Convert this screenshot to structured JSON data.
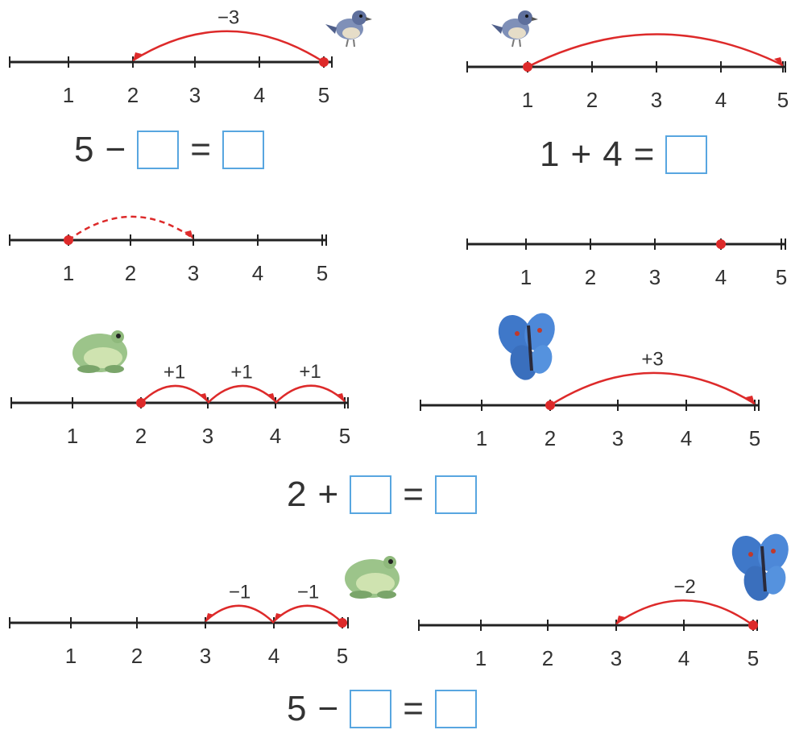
{
  "ticks": [
    "1",
    "2",
    "3",
    "4",
    "5"
  ],
  "colors": {
    "line": "#222222",
    "arc": "#dd2a2a",
    "box": "#58a6e0",
    "text": "#333333"
  },
  "exercises": [
    {
      "id": "ex1",
      "animal": "bird-icon",
      "start": 5,
      "jumps": [
        {
          "from": 5,
          "to": 2,
          "label": "−3",
          "dashed": false
        }
      ],
      "equation": [
        "5",
        "−",
        "",
        "=",
        ""
      ]
    },
    {
      "id": "ex2",
      "animal": "bird-icon",
      "start": 1,
      "jumps": [
        {
          "from": 1,
          "to": 5,
          "label": "",
          "dashed": false
        }
      ],
      "equation": [
        "1",
        "+",
        "4",
        "=",
        ""
      ]
    },
    {
      "id": "ex3",
      "animal": "",
      "start": 1,
      "jumps": [
        {
          "from": 1,
          "to": 3,
          "label": "",
          "dashed": true
        }
      ],
      "equation": []
    },
    {
      "id": "ex4",
      "animal": "",
      "start": 4,
      "jumps": [],
      "equation": []
    },
    {
      "id": "ex5",
      "animal": "frog-icon",
      "start": 2,
      "jumps": [
        {
          "from": 2,
          "to": 3,
          "label": "+1",
          "dashed": false
        },
        {
          "from": 3,
          "to": 4,
          "label": "+1",
          "dashed": false
        },
        {
          "from": 4,
          "to": 5,
          "label": "+1",
          "dashed": false
        }
      ],
      "equation": []
    },
    {
      "id": "ex6",
      "animal": "butterfly-icon",
      "start": 2,
      "jumps": [
        {
          "from": 2,
          "to": 5,
          "label": "+3",
          "dashed": false
        }
      ],
      "equation": []
    },
    {
      "id": "ex7",
      "animal": "frog-icon",
      "start": 5,
      "jumps": [
        {
          "from": 5,
          "to": 4,
          "label": "−1",
          "dashed": false
        },
        {
          "from": 4,
          "to": 3,
          "label": "−1",
          "dashed": false
        }
      ],
      "equation": []
    },
    {
      "id": "ex8",
      "animal": "butterfly-icon",
      "start": 5,
      "jumps": [
        {
          "from": 5,
          "to": 3,
          "label": "−2",
          "dashed": false
        }
      ],
      "equation": []
    }
  ],
  "shared_equations": [
    {
      "id": "eq-middle",
      "parts": [
        "2",
        "+",
        "",
        "=",
        ""
      ]
    },
    {
      "id": "eq-bottom",
      "parts": [
        "5",
        "−",
        "",
        "=",
        ""
      ]
    }
  ]
}
